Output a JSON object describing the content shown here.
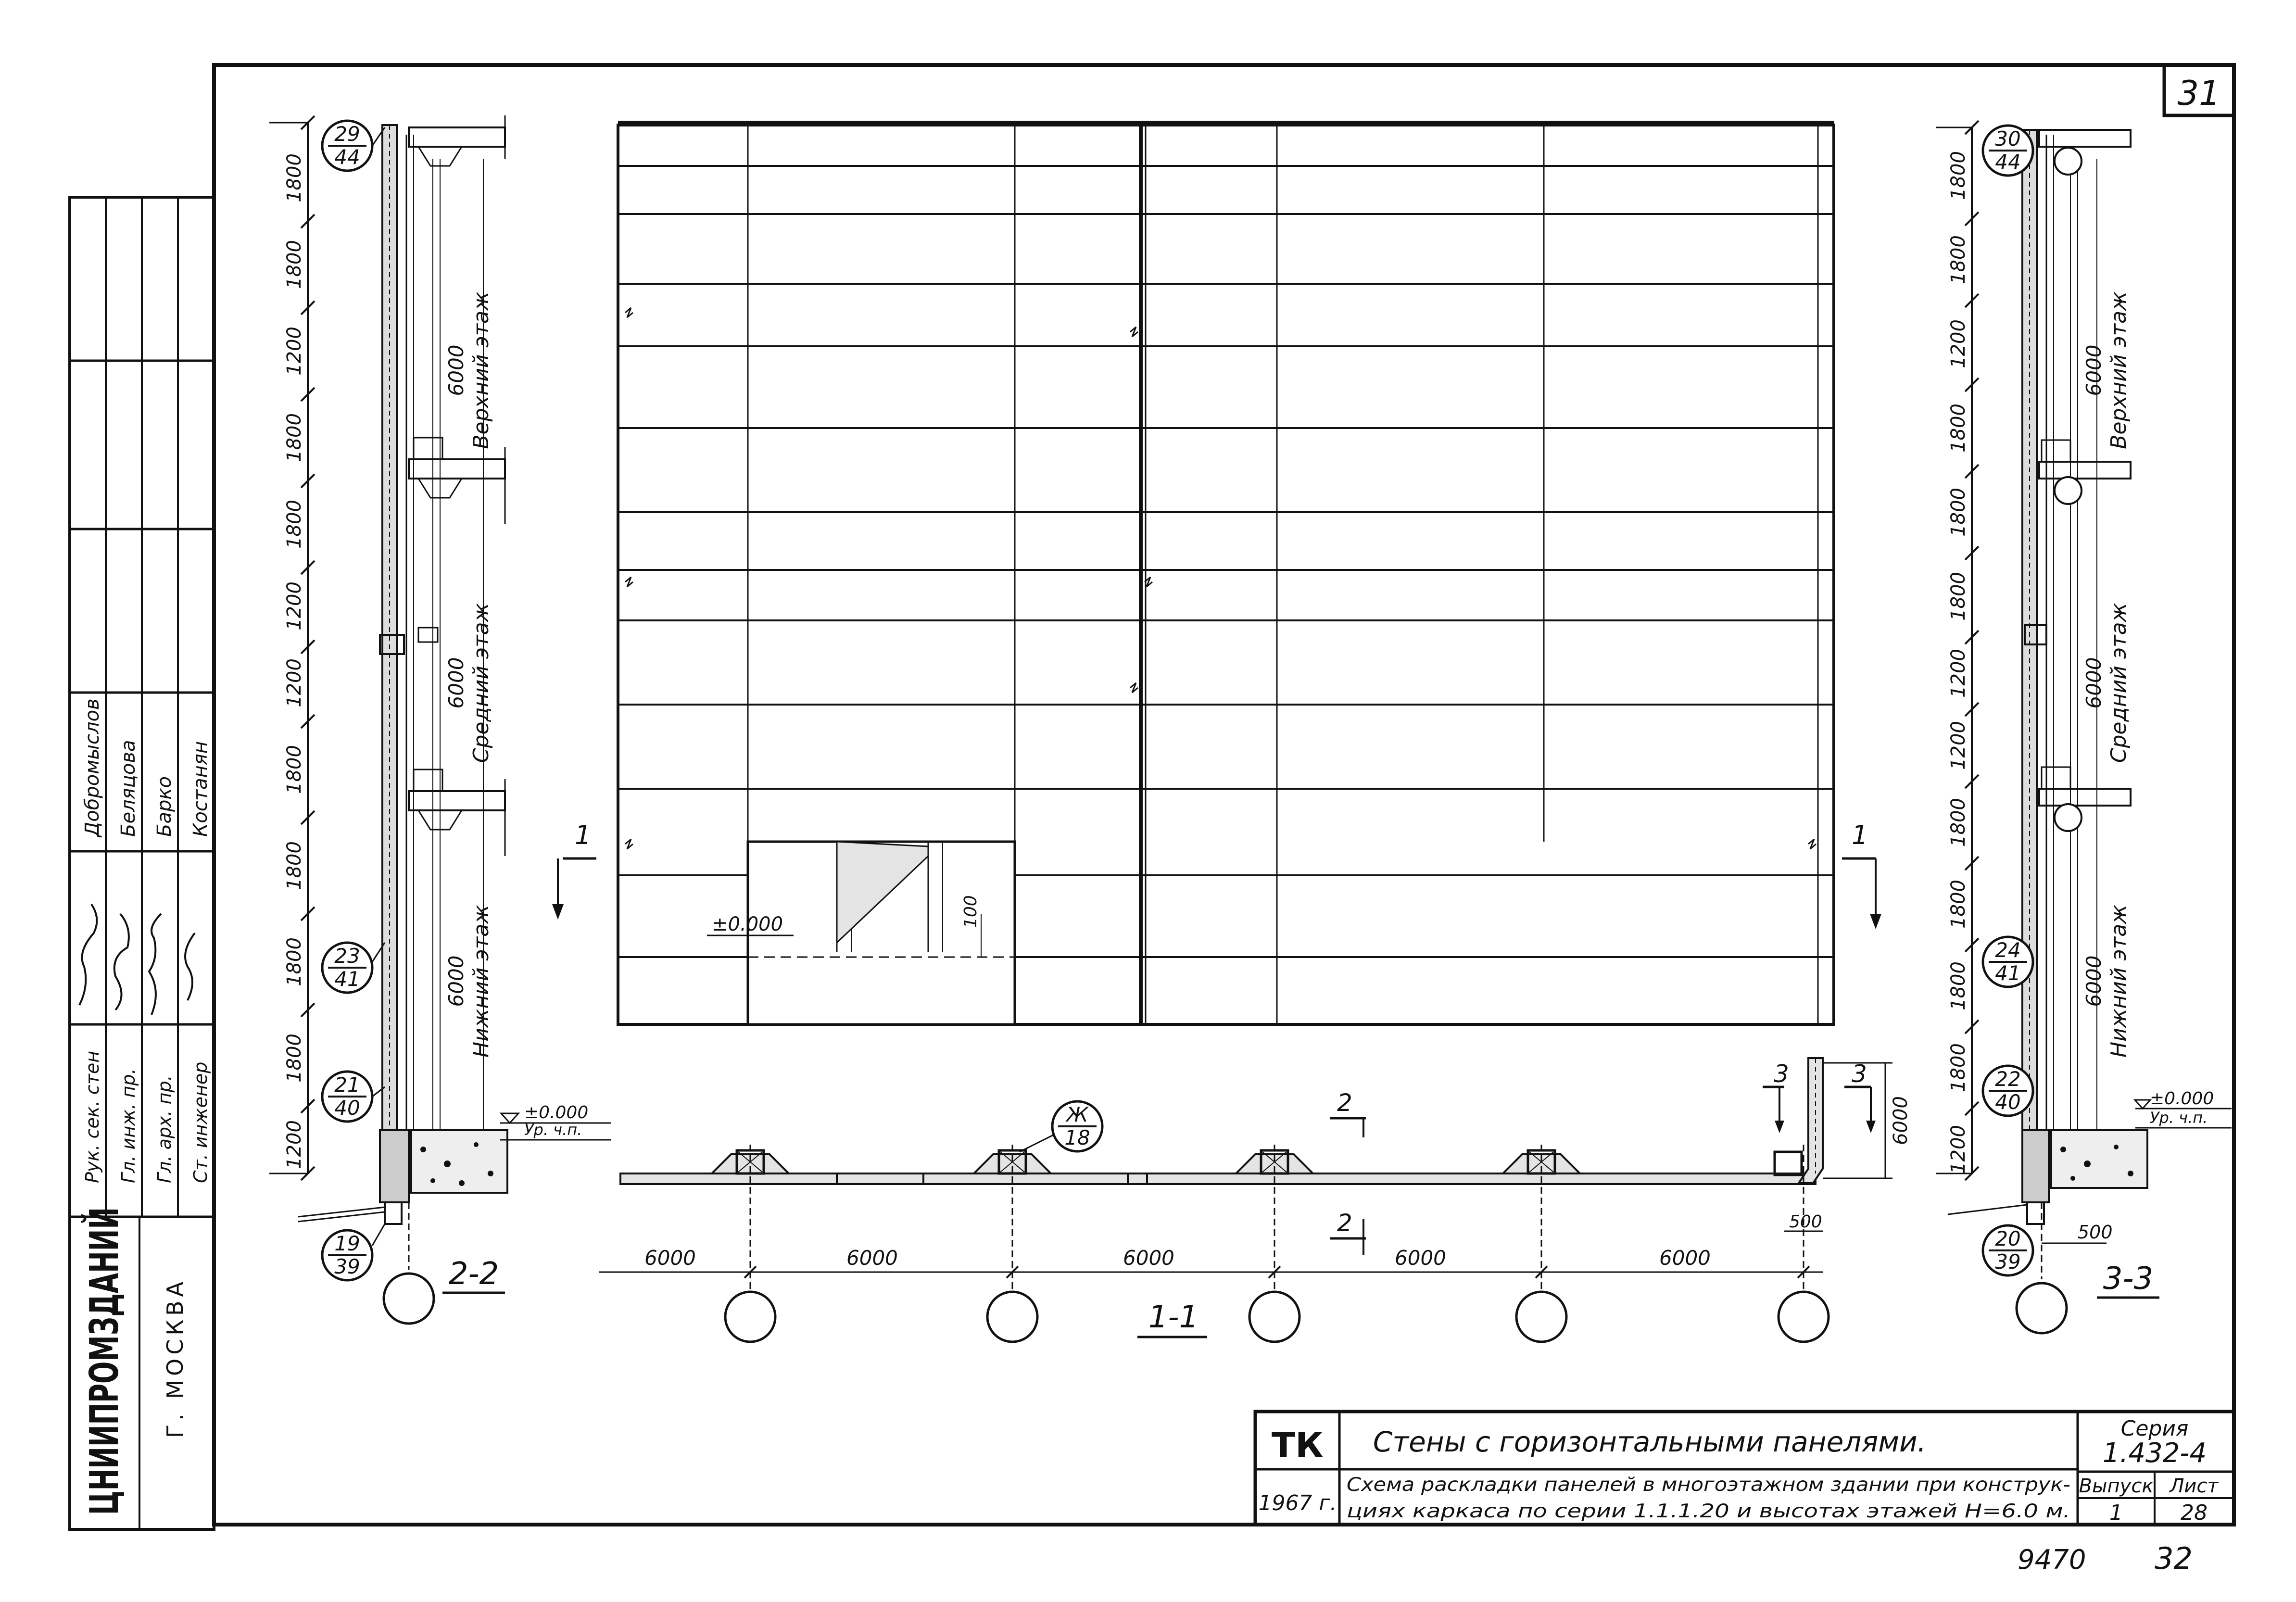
{
  "sheet": {
    "page_number": "31",
    "footer_left": "9470",
    "footer_right": "32"
  },
  "org": {
    "name": "ЦНИИПРОМЗДАНИЙ",
    "city": "Г. МОСКВА"
  },
  "signatures": [
    {
      "role": "Рук. сек. стен",
      "name": "Добромыслов"
    },
    {
      "role": "Гл. инж. пр.",
      "name": "Беляцова"
    },
    {
      "role": "Гл. арх. пр.",
      "name": "Барко"
    },
    {
      "role": "Ст. инженер",
      "name": "Костанян"
    }
  ],
  "title_block": {
    "code": "ТК",
    "year": "1967 г.",
    "title": "Стены с горизонтальными панелями.",
    "description_line1": "Схема раскладки панелей в многоэтажном здании при конструк-",
    "description_line2": "циях каркаса по серии 1.1.1.20 и высотах этажей Н=6.0 м.",
    "series_label": "Серия",
    "series_value": "1.432-4",
    "issue_label": "Выпуск",
    "issue_value": "1",
    "sheet_label": "Лист",
    "sheet_value": "28"
  },
  "section_left": {
    "label": "2-2",
    "dims": [
      "1800",
      "1800",
      "1200",
      "1800",
      "1800",
      "1200",
      "1200",
      "1800",
      "1800",
      "1800",
      "1800",
      "1200"
    ],
    "floors": [
      {
        "height": "6000",
        "name": "Верхний этаж"
      },
      {
        "height": "6000",
        "name": "Средний этаж"
      },
      {
        "height": "6000",
        "name": "Нижний этаж"
      }
    ],
    "callouts": [
      {
        "top": "29",
        "bottom": "44"
      },
      {
        "top": "23",
        "bottom": "41"
      },
      {
        "top": "21",
        "bottom": "40"
      },
      {
        "top": "19",
        "bottom": "39"
      }
    ],
    "level_mark": "±0.000",
    "level_note": "Ур. ч.п."
  },
  "section_right": {
    "label": "3-3",
    "dims": [
      "1800",
      "1800",
      "1200",
      "1800",
      "1800",
      "1800",
      "1200",
      "1200",
      "1800",
      "1800",
      "1800",
      "1800",
      "1200"
    ],
    "floors": [
      {
        "height": "6000",
        "name": "Верхний этаж"
      },
      {
        "height": "6000",
        "name": "Средний этаж"
      },
      {
        "height": "6000",
        "name": "Нижний этаж"
      }
    ],
    "callouts": [
      {
        "top": "30",
        "bottom": "44"
      },
      {
        "top": "24",
        "bottom": "41"
      },
      {
        "top": "22",
        "bottom": "40"
      },
      {
        "top": "20",
        "bottom": "39"
      }
    ],
    "level_mark": "±0.000",
    "level_note": "Ур. ч.п.",
    "offset": "500"
  },
  "elevation": {
    "section_mark": "1",
    "level_mark": "±0.000",
    "dim_100": "100"
  },
  "plan": {
    "label": "1-1",
    "spans": [
      "6000",
      "6000",
      "6000",
      "6000",
      "6000"
    ],
    "callout": {
      "top": "Ж",
      "bottom": "18"
    },
    "mark_2": "2",
    "mark_3": "3",
    "corner_dim": "6000",
    "offset": "500"
  }
}
